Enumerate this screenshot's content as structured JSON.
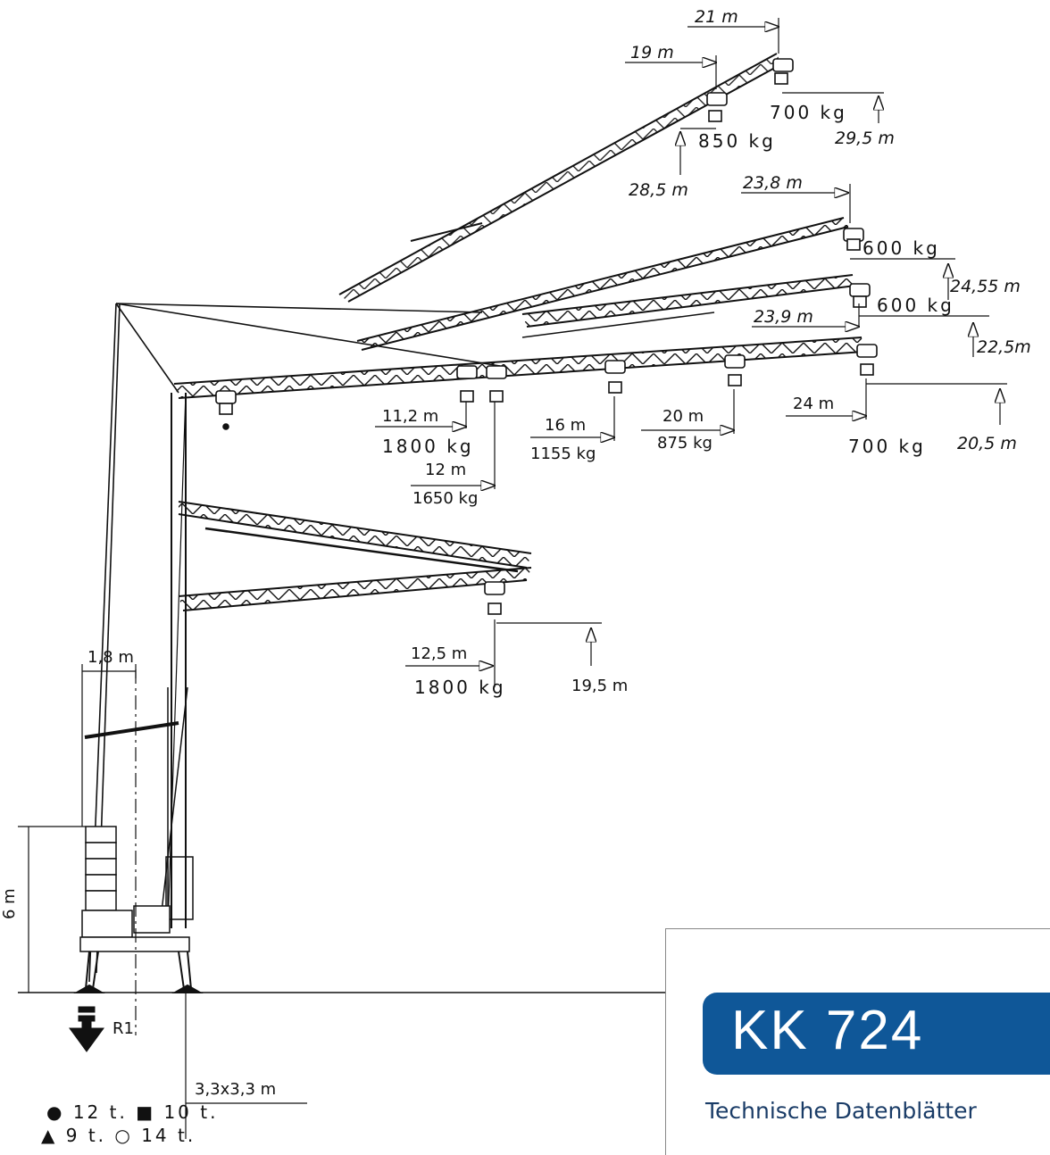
{
  "title": "KK 724",
  "subtitle": "Technische Datenblätter",
  "labels": {
    "r21": "21 m",
    "r19": "19 m",
    "load700top": "700 kg",
    "load850": "850 kg",
    "h295": "29,5 m",
    "h285": "28,5 m",
    "r238": "23,8 m",
    "load600a": "600 kg",
    "h2455": "24,55 m",
    "load600b": "600 kg",
    "r239": "23,9 m",
    "h225": "22,5m",
    "r112": "11,2 m",
    "load1800a": "1800 kg",
    "r12": "12 m",
    "load1650": "1650 kg",
    "r16": "16 m",
    "load1155": "1155 kg",
    "r20": "20 m",
    "load875": "875 kg",
    "r24": "24 m",
    "load700b": "700 kg",
    "h205": "20,5 m",
    "r125": "12,5 m",
    "load1800b": "1800 kg",
    "h195": "19,5 m",
    "w18": "1,8 m",
    "h6": "6 m",
    "r1": "R1",
    "base": "3,3x3,3 m"
  },
  "legend": [
    {
      "icon": "filled-dot-icon",
      "text": "12 t."
    },
    {
      "icon": "filled-square-icon",
      "text": "10 t."
    },
    {
      "icon": "track-icon",
      "text": "9 t."
    },
    {
      "icon": "open-circle-icon",
      "text": "14 t."
    }
  ],
  "colors": {
    "accent": "#0f5798",
    "line": "#111111",
    "subtitle": "#1a3c67"
  }
}
